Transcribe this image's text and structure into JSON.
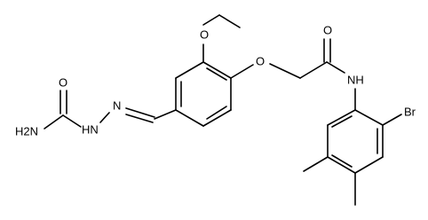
{
  "diagram": {
    "type": "chemical-structure",
    "atom_labels": {
      "amide_oxygen_left": "O",
      "amine_nh2": "H2N",
      "hydrazide_nh": "HN",
      "imine_n": "N",
      "ether_oxygen_top": "O",
      "aryl_ether_oxygen": "O",
      "amide_oxygen_right": "O",
      "amide_nh": "NH",
      "bromine": "Br"
    }
  }
}
